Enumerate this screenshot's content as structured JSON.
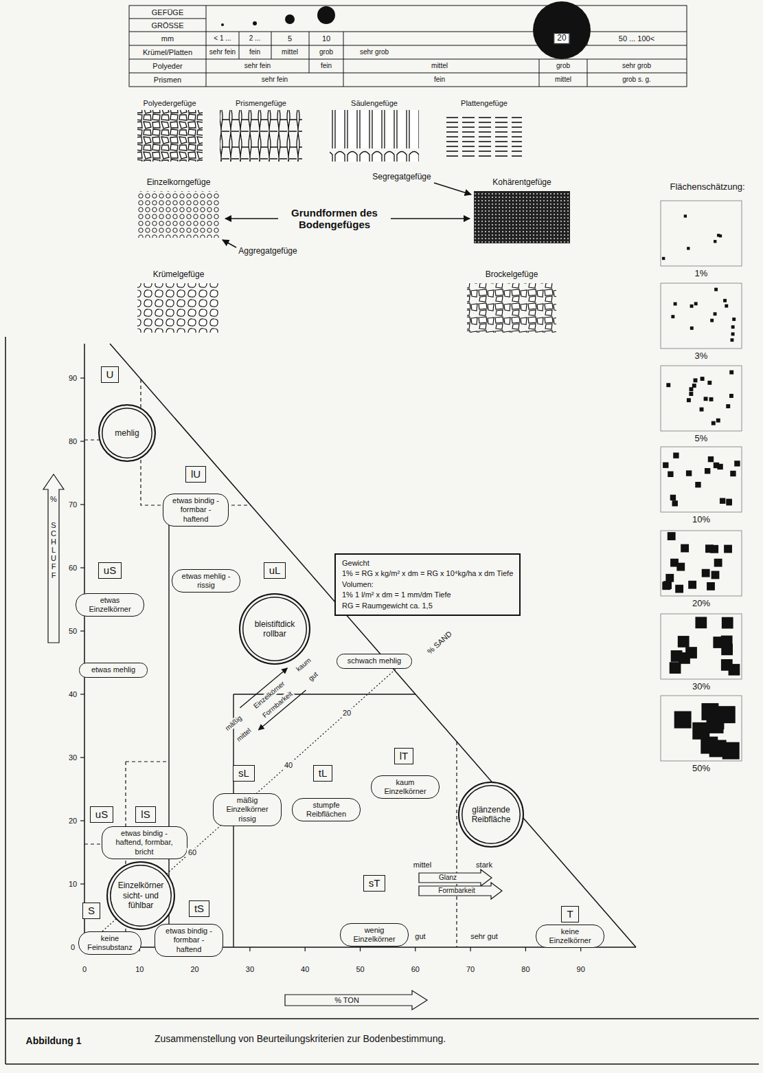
{
  "diagram": {
    "caption": "Zusammenstellung von Beurteilungskriterien zur Bodenbestimmung.",
    "nodes": [
      {
        "text": [
          "U"
        ]
      },
      {
        "text": [
          "mehlig"
        ]
      },
      {
        "text": [
          "lU"
        ]
      },
      {
        "text": [
          "etwas bindig - formbar - haftend"
        ]
      },
      {
        "text": [
          "uS"
        ]
      },
      {
        "text": [
          "etwas mehlig - rissig"
        ]
      },
      {
        "text": [
          "uL"
        ]
      },
      {
        "text": [
          "etwas Einzelkörner"
        ]
      },
      {
        "text": [
          "Gewicht",
          "1% = RG x kg/m² x dm = RG x 10⁴kg/ha x dm Tiefe",
          "Volumen:",
          "1% 1 l/m² x dm = 1 mm/dm Tiefe",
          "RG = Raumgewicht ca. 1,5"
        ]
      },
      {
        "text": [
          "bleistiftdick rollbar"
        ]
      },
      {
        "text": [
          "etwas mehlig"
        ]
      },
      {
        "text": [
          "schwach mehlig"
        ]
      },
      {
        "text": [
          "lT"
        ]
      },
      {
        "text": [
          "sL"
        ]
      },
      {
        "text": [
          "tL"
        ]
      },
      {
        "text": [
          "kaum Einzelkörner"
        ]
      },
      {
        "text": [
          "mäßig Einzelkörner rissig"
        ]
      },
      {
        "text": [
          "stumpfe Reibflächen"
        ]
      },
      {
        "text": [
          "glänzende Reibfläche"
        ]
      },
      {
        "text": [
          "uS"
        ]
      },
      {
        "text": [
          "lS"
        ]
      },
      {
        "text": [
          "etwas bindig - haftend, formbar, bricht"
        ]
      },
      {
        "text": [
          "Einzelkörner sicht- und fühlbar"
        ]
      },
      {
        "text": [
          "sT"
        ]
      },
      {
        "text": [
          "tS"
        ]
      },
      {
        "text": [
          "S"
        ]
      },
      {
        "text": [
          "T"
        ]
      },
      {
        "text": [
          "keine Feinsubstanz"
        ]
      },
      {
        "text": [
          "etwas bindig - formbar - haftend"
        ]
      },
      {
        "text": [
          "wenig Einzelkörner"
        ]
      },
      {
        "text": [
          "keine Einzelkörner"
        ]
      }
    ],
    "labels": [
      "GEFÜGE",
      "GRÖSSE",
      "mm",
      "< 1 ...",
      "2 ...",
      "5",
      "10",
      "20",
      "50 ... 100<",
      "Krümel/Platten",
      "sehr fein",
      "fein",
      "mittel",
      "grob",
      "sehr grob",
      "Polyeder",
      "sehr fein",
      "fein",
      "mittel",
      "grob",
      "sehr grob",
      "Prismen",
      "sehr fein",
      "fein",
      "mittel",
      "grob s. g.",
      "Polyedergefüge",
      "Prismengefüge",
      "Säulengefüge",
      "Plattengefüge",
      "Einzelkorngefüge",
      "Segregatgefüge",
      "Kohärentgefüge",
      "Grundformen des Bodengefüges",
      "Aggregatgefüge",
      "Krümelgefüge",
      "Brockelgefüge",
      "Flächenschätzung:",
      "1%",
      "3%",
      "5%",
      "10%",
      "20%",
      "30%",
      "50%",
      "90",
      "80",
      "70",
      "60",
      "50",
      "40",
      "30",
      "20",
      "10",
      "0",
      "%",
      "SCHLUFF",
      "60",
      "40",
      "20",
      "% SAND",
      "mittel",
      "Formbarkeit",
      "Einzelkörner",
      "kaum",
      "gut",
      "mäßig",
      "mittel",
      "stark",
      "Glanz",
      "Formbarkeit",
      "gut",
      "sehr gut",
      "0",
      "10",
      "20",
      "30",
      "40",
      "50",
      "60",
      "70",
      "80",
      "90",
      "% TON",
      "Abbildung 1"
    ]
  }
}
